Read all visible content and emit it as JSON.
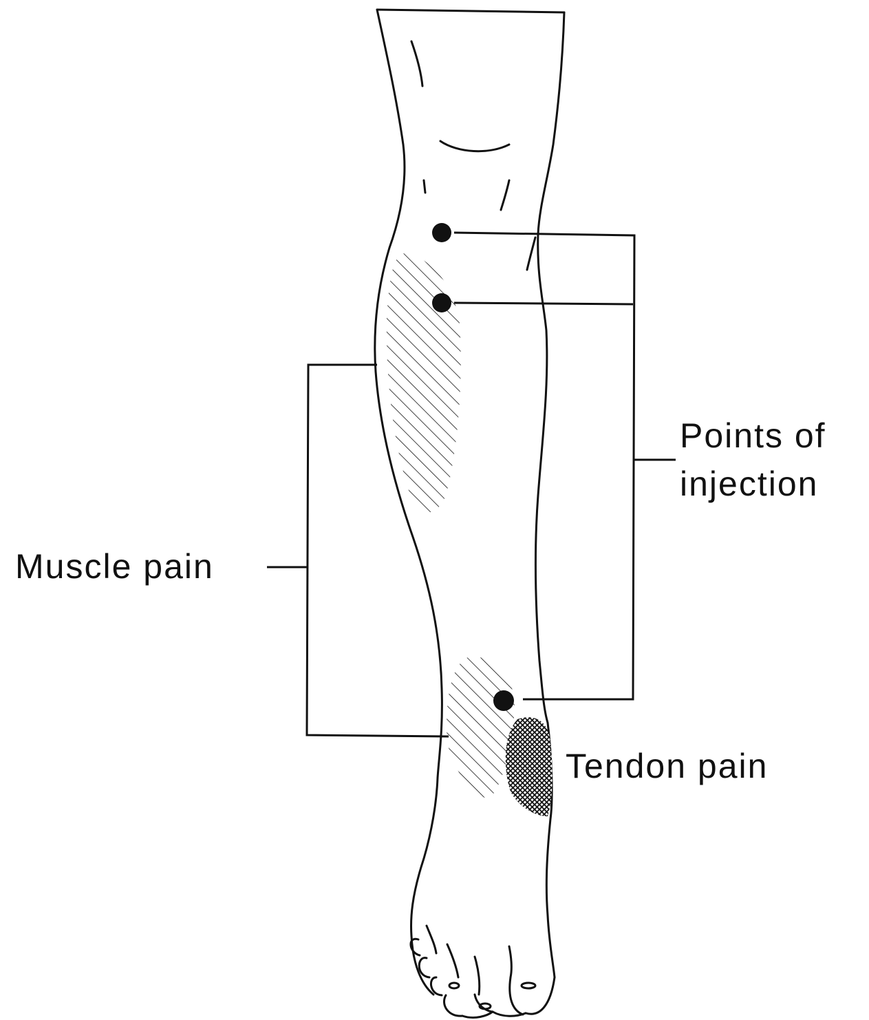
{
  "labels": {
    "points_of_injection_line1": "Points of",
    "points_of_injection_line2": "injection",
    "muscle_pain": "Muscle pain",
    "tendon_pain": "Tendon pain"
  },
  "colors": {
    "ink": "#111111",
    "background": "#ffffff"
  }
}
